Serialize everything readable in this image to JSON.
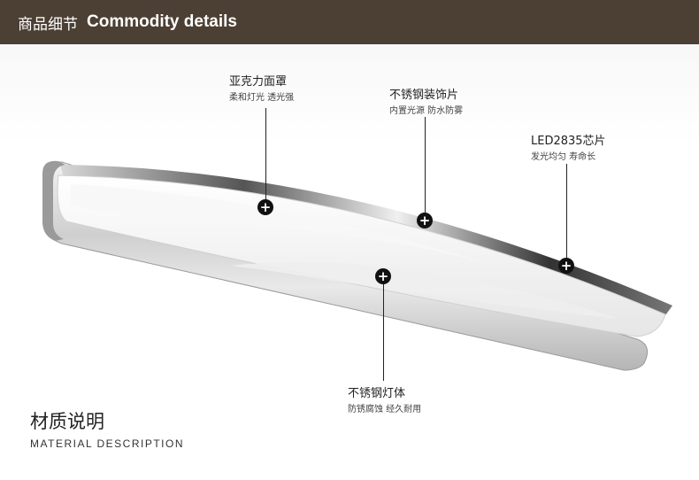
{
  "header": {
    "title_cn": "商品细节",
    "title_en": "Commodity details"
  },
  "callouts": [
    {
      "title": "亚克力面罩",
      "subtitle": "柔和灯光 透光强"
    },
    {
      "title": "不锈钢装饰片",
      "subtitle": "内置光源 防水防雾"
    },
    {
      "title": "LED2835芯片",
      "subtitle": "发光均匀 寿命长"
    },
    {
      "title": "不锈钢灯体",
      "subtitle": "防锈腐蚀 经久耐用"
    }
  ],
  "material": {
    "title_cn": "材质说明",
    "title_en": "MATERIAL DESCRIPTION"
  },
  "colors": {
    "header_bg": "#4c3f34",
    "marker": "#111111"
  }
}
